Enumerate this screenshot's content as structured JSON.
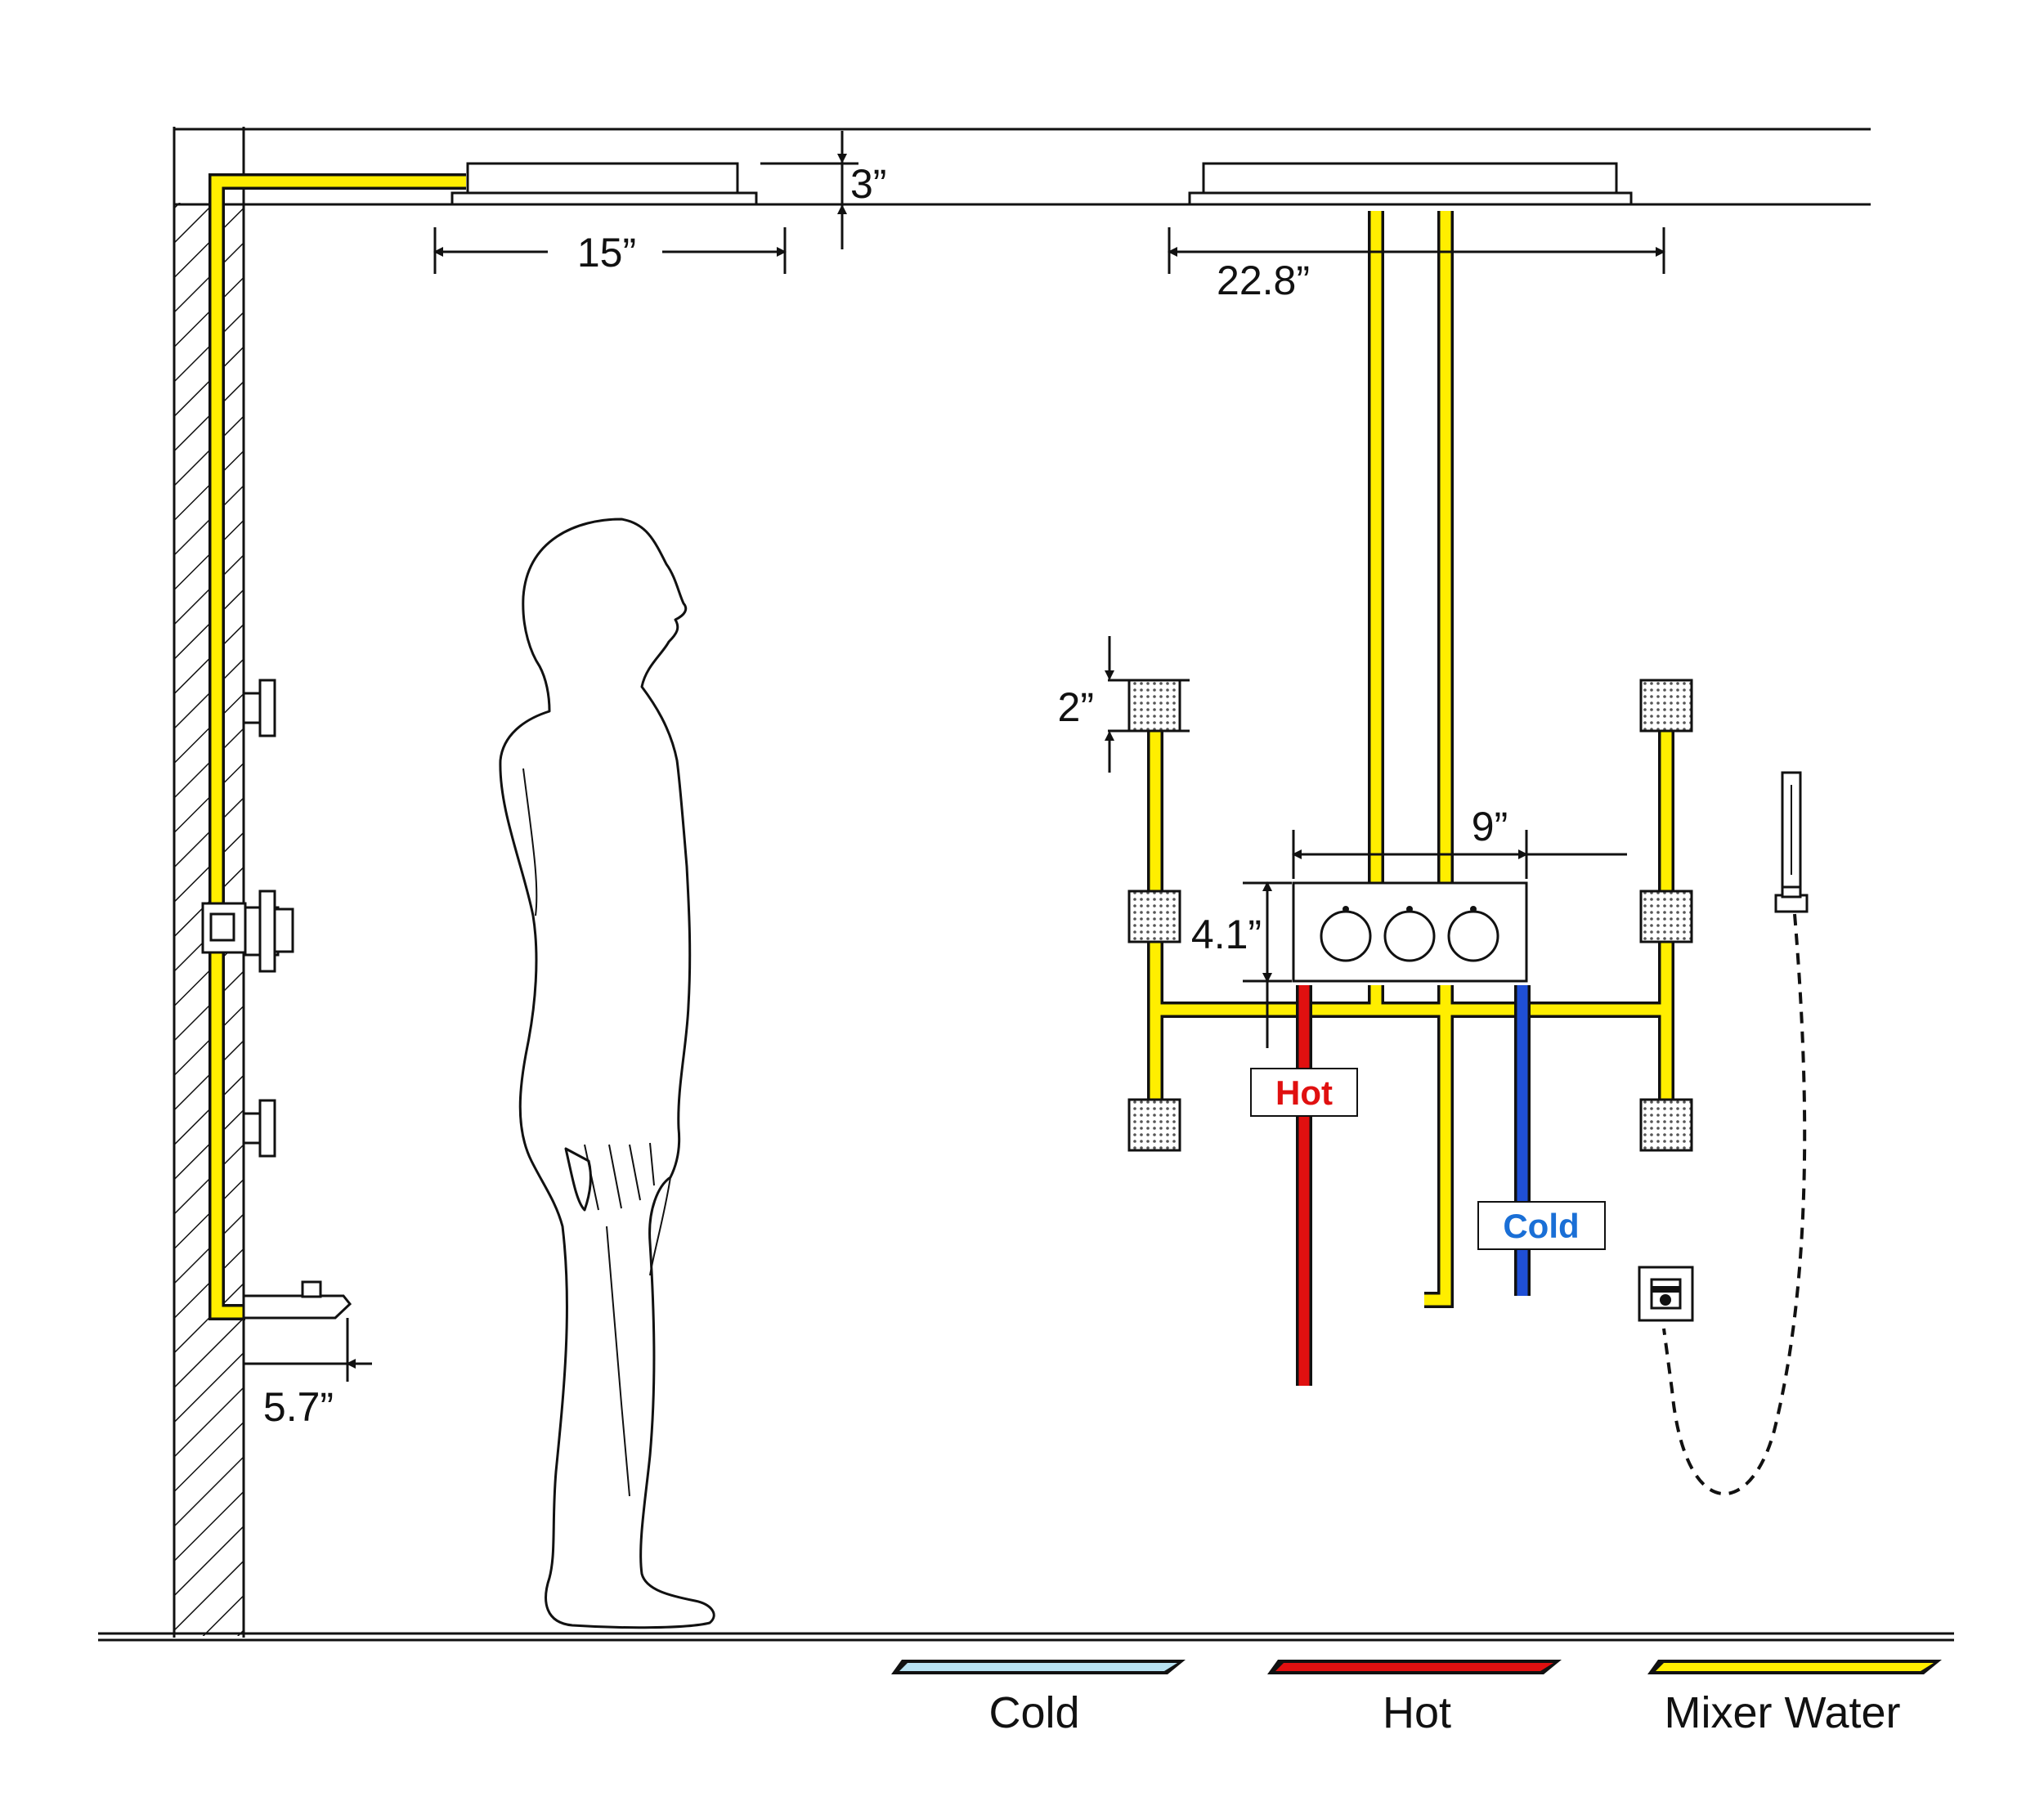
{
  "colors": {
    "cold": "#b8e2f2",
    "hot": "#e01010",
    "mixer": "#ffee00",
    "cold_label": "#1a6fd6",
    "hot_label": "#e01010",
    "cold_pipe_in": "#1f4fd6"
  },
  "dimensions": {
    "ceiling_depth": "3”",
    "rain_left_width": "15”",
    "rain_right_width": "22.8”",
    "jet_height": "2”",
    "valve_width": "9”",
    "valve_height": "4.1”",
    "tub_spout_reach": "5.7”"
  },
  "pipe_tags": {
    "hot": "Hot",
    "cold": "Cold"
  },
  "legend": {
    "cold": "Cold",
    "hot": "Hot",
    "mixer": "Mixer Water"
  },
  "icons": {
    "valve": "three-knob-thermostatic-valve-icon",
    "jet": "body-jet-icon",
    "handshower": "hand-shower-icon",
    "outlet": "wall-outlet-icon"
  }
}
